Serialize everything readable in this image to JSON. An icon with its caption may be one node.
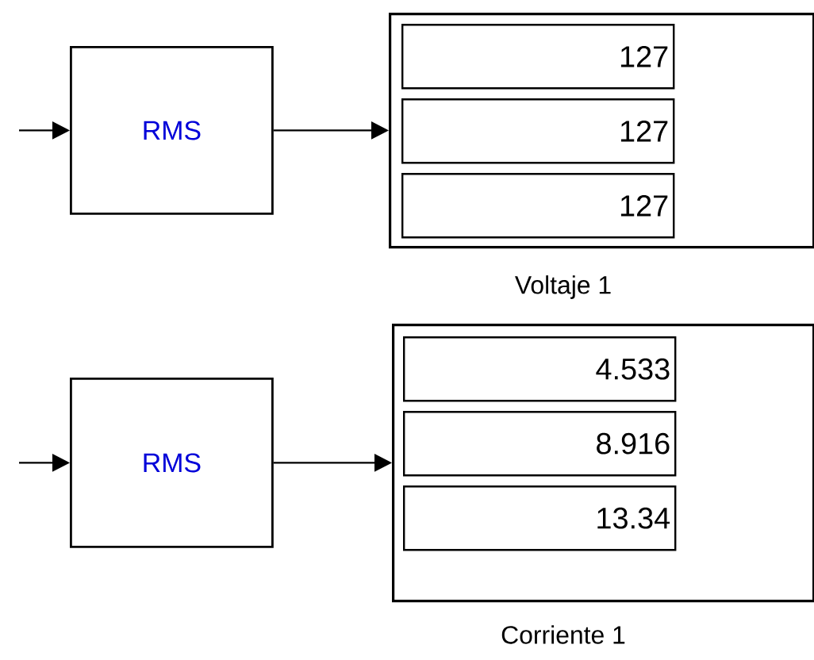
{
  "diagram": {
    "nodes": [
      {
        "text": [
          "RMS"
        ]
      },
      {
        "text": [],
        "shape": "box",
        "beside": [
          "Voltaje 1"
        ]
      },
      {
        "text": [
          "127"
        ],
        "in": 1
      },
      {
        "text": [
          "127"
        ],
        "in": 1
      },
      {
        "text": [
          "127"
        ],
        "in": 1
      },
      {
        "text": [
          "RMS"
        ]
      },
      {
        "text": [],
        "shape": "box",
        "beside": [
          "Corriente 1"
        ]
      },
      {
        "text": [
          "4.533"
        ],
        "in": 6
      },
      {
        "text": [
          "8.916"
        ],
        "in": 6
      },
      {
        "text": [
          "13.34"
        ],
        "in": 6
      }
    ],
    "edges": [
      {
        "from": null,
        "to": 0,
        "arrow": "to"
      },
      {
        "from": 0,
        "to": 1,
        "arrow": "to"
      },
      {
        "from": null,
        "to": 5,
        "arrow": "to"
      },
      {
        "from": 5,
        "to": 6,
        "arrow": "to"
      }
    ]
  }
}
